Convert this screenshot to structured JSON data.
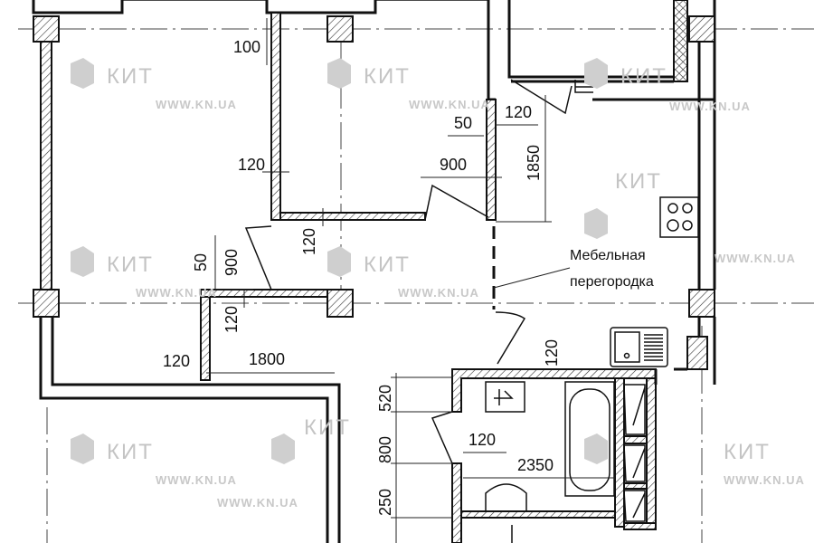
{
  "watermark": {
    "brand": "КИТ",
    "url": "WWW.KN.UA"
  },
  "dimensions": {
    "d100": "100",
    "d120_left": "120",
    "d120_corr": "120",
    "d50_left": "50",
    "d900_left": "900",
    "d120_store": "120",
    "d120_store_h": "120",
    "d1800": "1800",
    "d50_kitchen": "50",
    "d120_kitchen": "120",
    "d900_kitchen": "900",
    "d1850": "1850",
    "d120_bath_top": "120",
    "d520": "520",
    "d800": "800",
    "d120_bath": "120",
    "d2350": "2350",
    "d250": "250"
  },
  "notes": {
    "partition_line1": "Мебельная",
    "partition_line2": "перегородка"
  },
  "colors": {
    "line": "#111111",
    "watermark": "#c4c4c4"
  }
}
